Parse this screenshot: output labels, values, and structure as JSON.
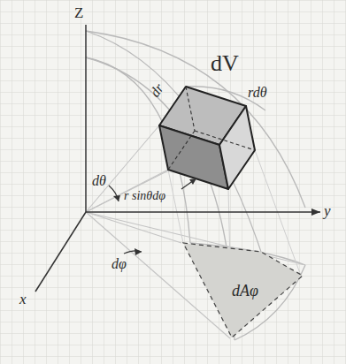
{
  "diagram": {
    "labels": [
      "Z",
      "dV",
      "dr",
      "rdθ",
      "dθ",
      "r sinθdφ",
      "y",
      "x",
      "dφ",
      "dAφ"
    ]
  }
}
